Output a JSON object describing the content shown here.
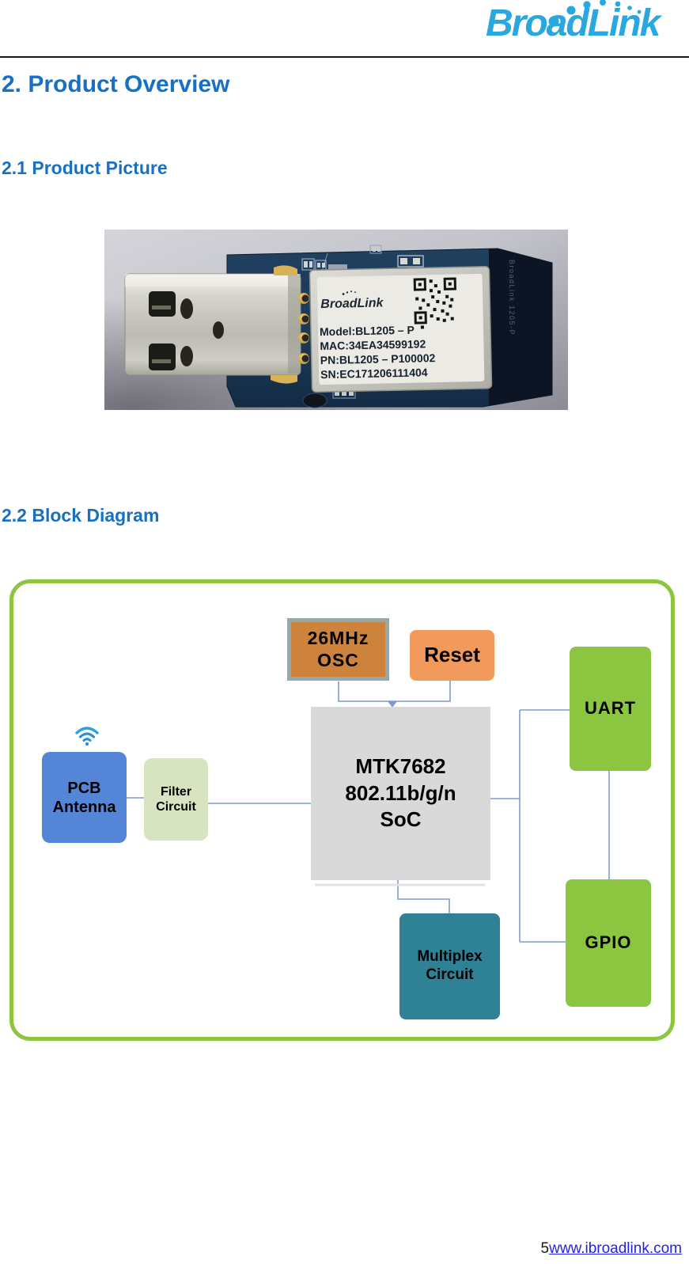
{
  "header": {
    "logo_text": "BroadLink"
  },
  "headings": {
    "h1": "2. Product Overview",
    "h2_picture": "2.1 Product Picture",
    "h2_diagram": "2.2 Block Diagram"
  },
  "photo": {
    "module_brand": "BroadLink",
    "labels": [
      "Model:BL1205 – P",
      "MAC:34EA34599192",
      "PN:BL1205 – P100002",
      "SN:EC171206111404"
    ],
    "side_text": "BroadLink 1205-P"
  },
  "diagram": {
    "blocks": {
      "osc": {
        "lines": [
          "26MHz",
          "OSC"
        ]
      },
      "reset": {
        "label": "Reset"
      },
      "soc": {
        "lines": [
          "MTK7682",
          "802.11b/g/n",
          "SoC"
        ]
      },
      "pcb_antenna": {
        "lines": [
          "PCB",
          "Antenna"
        ]
      },
      "filter": {
        "lines": [
          "Filter",
          "Circuit"
        ]
      },
      "uart": {
        "label": "UART"
      },
      "gpio": {
        "label": "GPIO"
      },
      "multiplex": {
        "lines": [
          "Multiplex",
          "Circuit"
        ]
      }
    },
    "colors": {
      "container_border": "#8cc63f",
      "osc_fill": "#cd833c",
      "osc_border": "#94a8ae",
      "reset_fill": "#f2995c",
      "soc_fill": "#d9d9d9",
      "pcb_antenna_fill": "#5585d6",
      "filter_fill": "#d8e4c0",
      "uart_gpio_fill": "#8cc640",
      "multiplex_fill": "#2f8296",
      "connector_line": "#7d9bd1"
    }
  },
  "footer": {
    "page_number": "5",
    "link_text": "www.ibroadlink.com"
  },
  "colors": {
    "heading_blue": "#1770c2",
    "logo_cyan": "#29a8e0",
    "link_blue": "#2323e8"
  }
}
